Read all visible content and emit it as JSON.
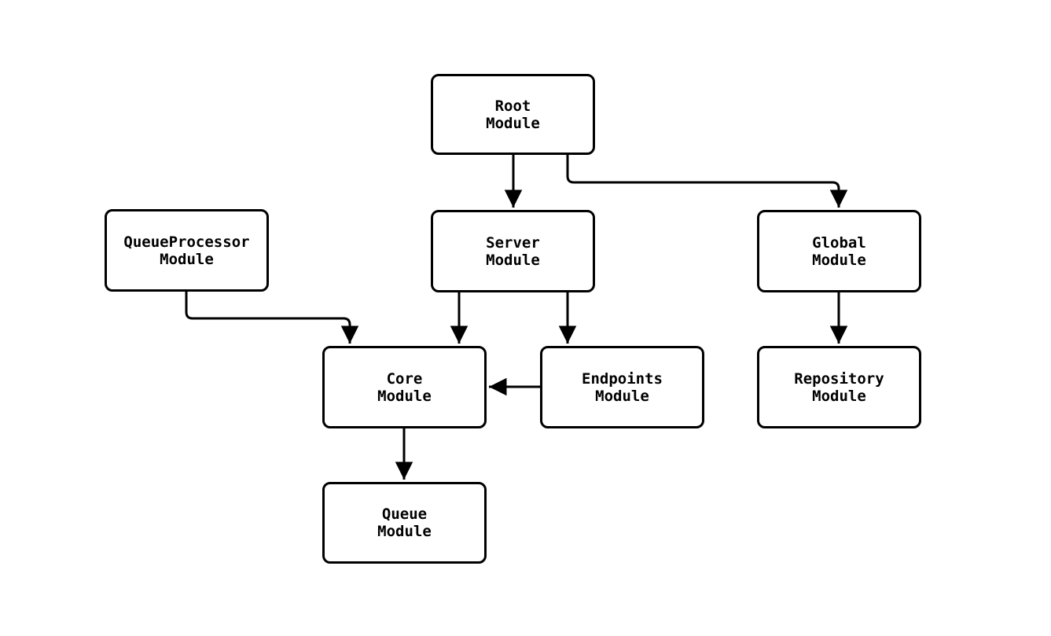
{
  "diagram": {
    "type": "flowchart",
    "background_color": "#ffffff",
    "stroke_color": "#000000",
    "text_color": "#000000",
    "nodes": [
      {
        "id": "root",
        "label": "Root\nModule"
      },
      {
        "id": "queueprocessor",
        "label": "QueueProcessor\nModule"
      },
      {
        "id": "server",
        "label": "Server\nModule"
      },
      {
        "id": "global",
        "label": "Global\nModule"
      },
      {
        "id": "core",
        "label": "Core\nModule"
      },
      {
        "id": "endpoints",
        "label": "Endpoints\nModule"
      },
      {
        "id": "repository",
        "label": "Repository\nModule"
      },
      {
        "id": "queue",
        "label": "Queue\nModule"
      }
    ],
    "edges": [
      {
        "from": "root",
        "to": "server"
      },
      {
        "from": "root",
        "to": "global"
      },
      {
        "from": "queueprocessor",
        "to": "core"
      },
      {
        "from": "server",
        "to": "core"
      },
      {
        "from": "server",
        "to": "endpoints"
      },
      {
        "from": "endpoints",
        "to": "core"
      },
      {
        "from": "global",
        "to": "repository"
      },
      {
        "from": "core",
        "to": "queue"
      }
    ]
  }
}
